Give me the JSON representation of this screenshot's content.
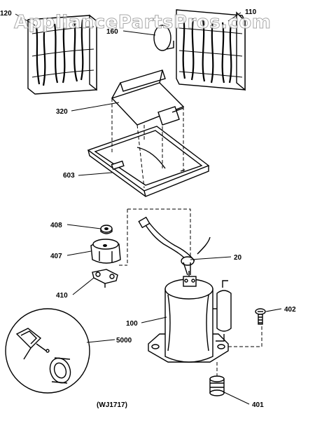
{
  "watermark": "AppliancePartsPros.com",
  "diagram_id": "(WJ1717)",
  "callouts": {
    "c120": "120",
    "c110": "110",
    "c160": "160",
    "c320": "320",
    "c603": "603",
    "c408": "408",
    "c407": "407",
    "c410": "410",
    "c20": "20",
    "c100": "100",
    "c402": "402",
    "c5000": "5000",
    "c401": "401"
  }
}
